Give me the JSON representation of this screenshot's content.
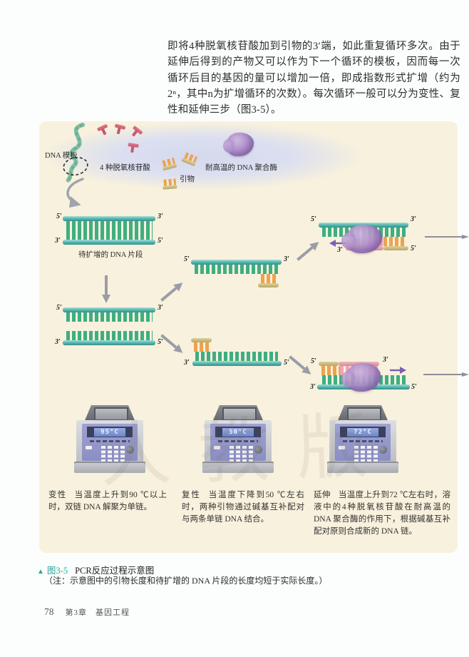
{
  "paragraph": "即将4种脱氧核苷酸加到引物的3′端，如此重复循环多次。由于延伸后得到的产物又可以作为下一个循环的模板，因而每一次循环后目的基因的量可以增加一倍，即成指数形式扩增（约为2ⁿ，其中n为扩增循环的次数）。每次循环一般可以分为变性、复性和延伸三步（图3-5）。",
  "diagram": {
    "labels": {
      "template": "DNA 模板",
      "nucleotides": "4 种脱氧核苷酸",
      "primer": "引物",
      "polymerase": "耐高温的 DNA 聚合酶",
      "fragment": "待扩增的 DNA 片段",
      "five_prime": "5′",
      "three_prime": "3′"
    },
    "machines": [
      {
        "temp": "95°C"
      },
      {
        "temp": "50°C"
      },
      {
        "temp": "72°C"
      }
    ],
    "steps": [
      {
        "title": "变性",
        "text": "当温度上升到90 ℃以上时，双链 DNA 解聚为单链。"
      },
      {
        "title": "复性",
        "text": "当温度下降到50 ℃左右时，两种引物通过碱基互补配对与两条单链 DNA 结合。"
      },
      {
        "title": "延伸",
        "text": "当温度上升到72 ℃左右时，溶液中的4种脱氧核苷酸在耐高温的 DNA 聚合酶的作用下，根据碱基互补配对原则合成新的 DNA 链。"
      }
    ],
    "watermark": "人教版"
  },
  "caption": {
    "marker": "▲",
    "fig_no": "图3-5",
    "title": "PCR反应过程示意图",
    "note": "（注：示意图中的引物长度和待扩增的 DNA 片段的长度均短于实际长度。）"
  },
  "footer": {
    "page_number": "78",
    "chapter": "第3章　基因工程"
  },
  "colors": {
    "panel_bg": "#F8F1DD",
    "strand_teal": "#4FB3AB",
    "teeth_green": "#3FAE80",
    "primer_orange": "#EEA24D",
    "primer_tan": "#B9A768",
    "new_strand_pink": "#F1A4B2",
    "polymerase_purple": "#9B79BD",
    "arrow_gray": "#9B9CA8",
    "caption_teal": "#2FA39A"
  }
}
